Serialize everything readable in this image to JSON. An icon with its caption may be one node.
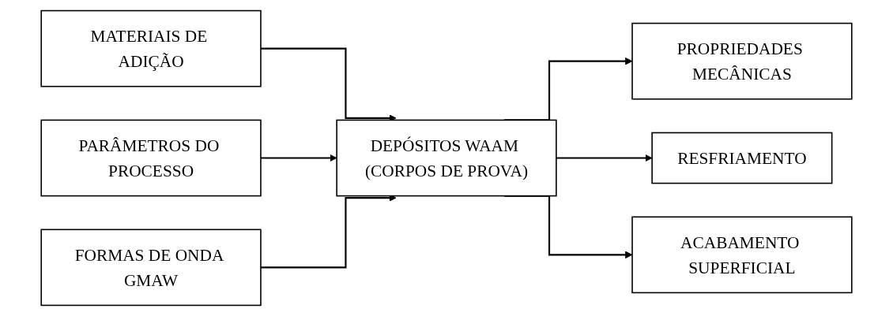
{
  "diagram": {
    "nodes": [
      {
        "text": [
          "MATERIAIS DE ADIÇÃO"
        ]
      },
      {
        "text": [
          "PARÂMETROS DO PROCESSO"
        ]
      },
      {
        "text": [
          "FORMAS DE ONDA GMAW"
        ]
      },
      {
        "text": [
          "DEPÓSITOS WAAM (CORPOS DE PROVA)"
        ]
      },
      {
        "text": [
          "PROPRIEDADES MECÂNICAS"
        ]
      },
      {
        "text": [
          "RESFRIAMENTO"
        ]
      },
      {
        "text": [
          "ACABAMENTO SUPERFICIAL"
        ]
      }
    ],
    "edges": [
      {
        "from": 0,
        "to": 3,
        "arrow": "to"
      },
      {
        "from": 1,
        "to": 3,
        "arrow": "to"
      },
      {
        "from": 2,
        "to": 3,
        "arrow": "to"
      },
      {
        "from": 3,
        "to": 4,
        "arrow": "to"
      },
      {
        "from": 3,
        "to": 5,
        "arrow": "to"
      },
      {
        "from": 3,
        "to": 6,
        "arrow": "to"
      }
    ]
  }
}
